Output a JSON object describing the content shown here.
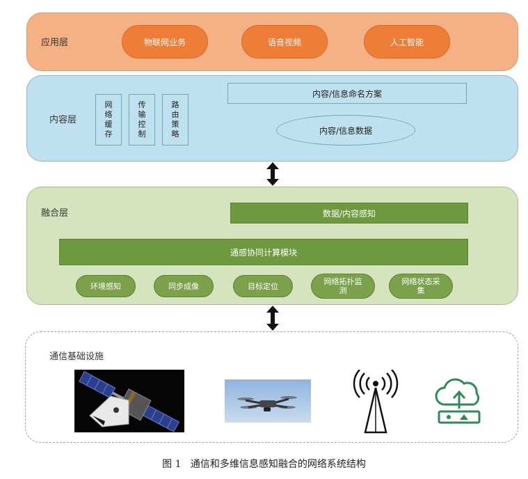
{
  "application_layer": {
    "label": "应用层",
    "items": [
      "物联网业务",
      "语音视频",
      "人工智能"
    ]
  },
  "content_layer": {
    "label": "内容层",
    "vertical_boxes": [
      "网\n络\n缓\n存",
      "传\n输\n控\n制",
      "路\n由\n策\n略"
    ],
    "naming_scheme": "内容/信息命名方案",
    "data_oval": "内容/信息数据"
  },
  "fusion_layer": {
    "label": "融合层",
    "sensing_bar": "数据/内容感知",
    "compute_bar": "通感协同计算模块",
    "items": [
      "环境感知",
      "同步成像",
      "目标定位",
      "网络拓扑监\n测",
      "网络状态采\n集"
    ]
  },
  "infrastructure_layer": {
    "label": "通信基础设施",
    "icons": [
      "satellite-spacecraft-image",
      "drone-image",
      "radio-tower-icon",
      "cloud-router-icon"
    ]
  },
  "caption": "图 1   通信和多维信息感知融合的网络系统结构",
  "colors": {
    "application": "#f4b184",
    "application_pill": "#ee7d36",
    "content": "#bfe0ef",
    "fusion": "#d5e3bf",
    "fusion_dark": "#6e9a3f",
    "icon_green": "#2e8b57"
  }
}
